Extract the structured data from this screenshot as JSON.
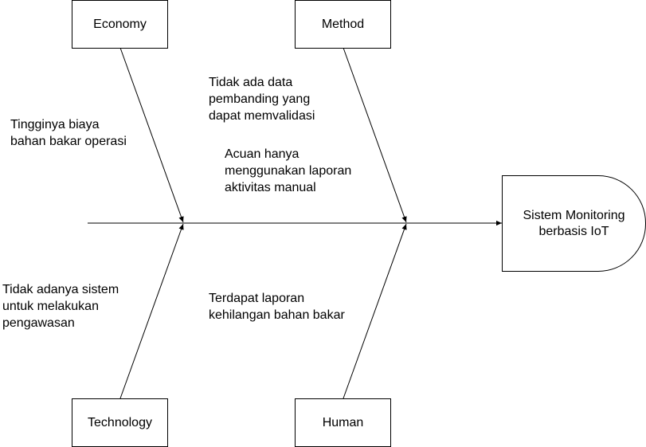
{
  "categories": {
    "economy": "Economy",
    "method": "Method",
    "technology": "Technology",
    "human": "Human"
  },
  "effect": "Sistem Monitoring\nberbasis IoT",
  "causes": {
    "economy": "Tingginya biaya\nbahan bakar operasi",
    "method_1": "Tidak ada data\npembanding yang\ndapat memvalidasi",
    "method_2": "Acuan hanya\nmenggunakan laporan\naktivitas manual",
    "technology": "Tidak adanya sistem\nuntuk melakukan\npengawasan",
    "human": "Terdapat laporan\nkehilangan bahan bakar"
  }
}
